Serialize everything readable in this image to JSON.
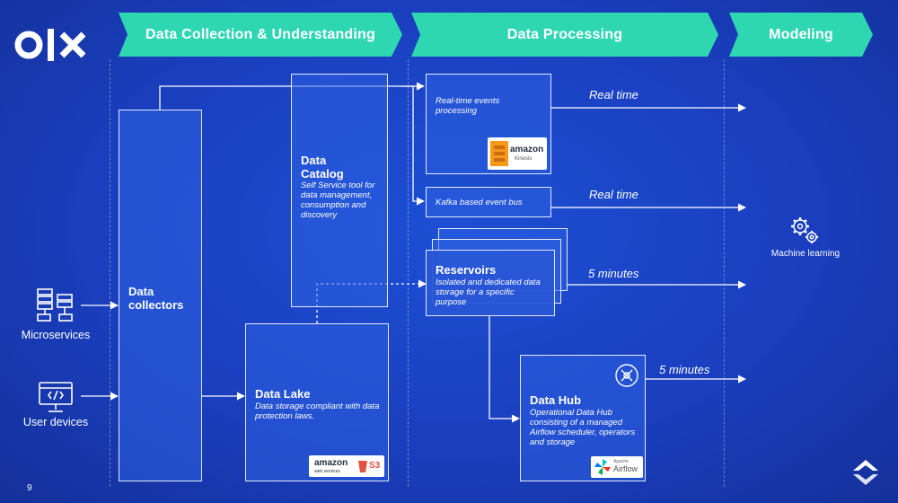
{
  "slide_number": "9",
  "stages": [
    {
      "label": "Data Collection & Understanding"
    },
    {
      "label": "Data Processing"
    },
    {
      "label": "Modeling"
    }
  ],
  "sources": [
    {
      "label": "Microservices",
      "icon": "database-cluster-icon"
    },
    {
      "label": "User devices",
      "icon": "computer-monitor-icon"
    }
  ],
  "nodes": {
    "data_collectors": {
      "title": "Data collectors"
    },
    "data_catalog": {
      "title": "Data Catalog",
      "desc": "Self Service tool for data management, consumption and discovery"
    },
    "data_lake": {
      "title": "Data Lake",
      "desc": "Data storage compliant with data protection laws."
    },
    "realtime_processing": {
      "desc": "Real-time events processing"
    },
    "kafka_bus": {
      "desc": "Kafka based event bus"
    },
    "reservoirs": {
      "title": "Reservoirs",
      "desc": "Isolated and  dedicated data storage for a specific purpose"
    },
    "data_hub": {
      "title": "Data Hub",
      "desc": "Operational Data Hub consisting of a managed Airflow scheduler, operators and storage"
    },
    "machine_learning": {
      "label": "Machine learning",
      "icon": "gears-icon"
    }
  },
  "edge_labels": {
    "realtime_1": "Real time",
    "realtime_2": "Real time",
    "reservoirs_rate": "5 minutes",
    "datahub_rate": "5 minutes"
  },
  "badges": {
    "kinesis": {
      "brand": "amazon",
      "product": "Kinesis"
    },
    "s3": {
      "brand": "amazon",
      "sub": "web services",
      "product": "S3"
    },
    "airflow": {
      "vendor": "Apache",
      "product": "Airflow"
    }
  },
  "colors": {
    "background": "#1a3fbf",
    "banner": "#2fd6b2",
    "box_border": "#ffffff",
    "aws_orange": "#f7981d",
    "s3_red": "#e05243"
  }
}
